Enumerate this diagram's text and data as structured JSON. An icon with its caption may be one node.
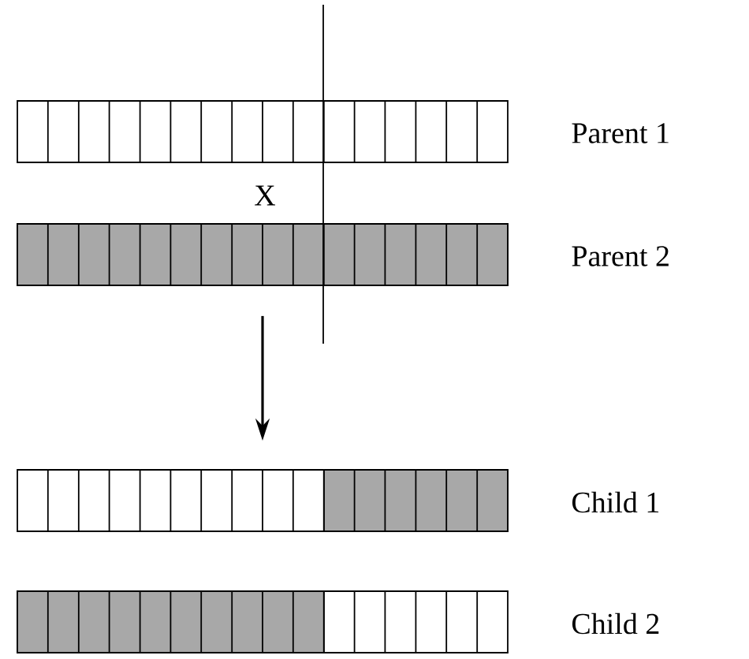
{
  "diagram": {
    "nodes": [
      {
        "text": [],
        "shape": "bar",
        "beside": [
          "Parent 1"
        ]
      },
      {
        "text": [],
        "shape": "bar",
        "beside": [
          "Parent 2"
        ]
      },
      {
        "text": [],
        "shape": "bar",
        "beside": [
          "Child 1"
        ]
      },
      {
        "text": [],
        "shape": "bar",
        "beside": [
          "Child 2"
        ]
      }
    ],
    "edges": [
      {
        "from": 1,
        "to": 2,
        "arrow": "to"
      }
    ],
    "labels": [
      "X"
    ]
  }
}
